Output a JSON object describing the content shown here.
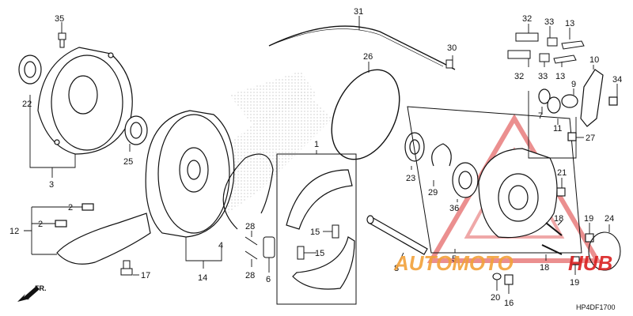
{
  "diagram": {
    "code": "HP4DF1700",
    "direction_label": "FR.",
    "watermark": {
      "text_left": "AUTOMOTO",
      "text_right": "HUB",
      "color_left": "#f2a13a",
      "color_right": "#d92020"
    },
    "part_numbers": {
      "p35": "35",
      "p22": "22",
      "p3": "3",
      "p25": "25",
      "p2a": "2",
      "p2b": "2",
      "p12": "12",
      "p17": "17",
      "p14": "14",
      "p4": "4",
      "p28a": "28",
      "p28b": "28",
      "p6": "6",
      "p15a": "15",
      "p15b": "15",
      "p1": "1",
      "p31": "31",
      "p26": "26",
      "p23": "23",
      "p29": "29",
      "p36": "36",
      "p30": "30",
      "p5": "5",
      "p8": "8",
      "p32a": "32",
      "p32b": "32",
      "p33a": "33",
      "p33b": "33",
      "p13a": "13",
      "p13b": "13",
      "p10": "10",
      "p9": "9",
      "p34": "34",
      "p7": "7",
      "p11": "11",
      "p27": "27",
      "p21": "21",
      "p18a": "18",
      "p18b": "18",
      "p19a": "19",
      "p19b": "19",
      "p24": "24",
      "p20": "20",
      "p16": "16"
    }
  }
}
